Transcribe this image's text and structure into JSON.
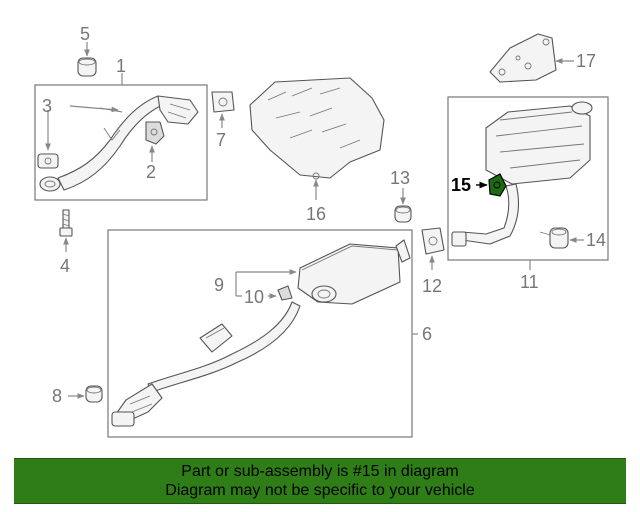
{
  "diagram": {
    "callouts": {
      "c1": "1",
      "c2": "2",
      "c3": "3",
      "c4": "4",
      "c5": "5",
      "c6": "6",
      "c7": "7",
      "c8": "8",
      "c9": "9",
      "c10": "10",
      "c11": "11",
      "c12": "12",
      "c13": "13",
      "c14": "14",
      "c15": "15",
      "c16": "16",
      "c17": "17"
    },
    "highlight_part": "15"
  },
  "banner": {
    "line1": "Part or sub-assembly is #15 in diagram",
    "line2": "Diagram may not be specific to your vehicle",
    "color": "#2e7d16"
  }
}
